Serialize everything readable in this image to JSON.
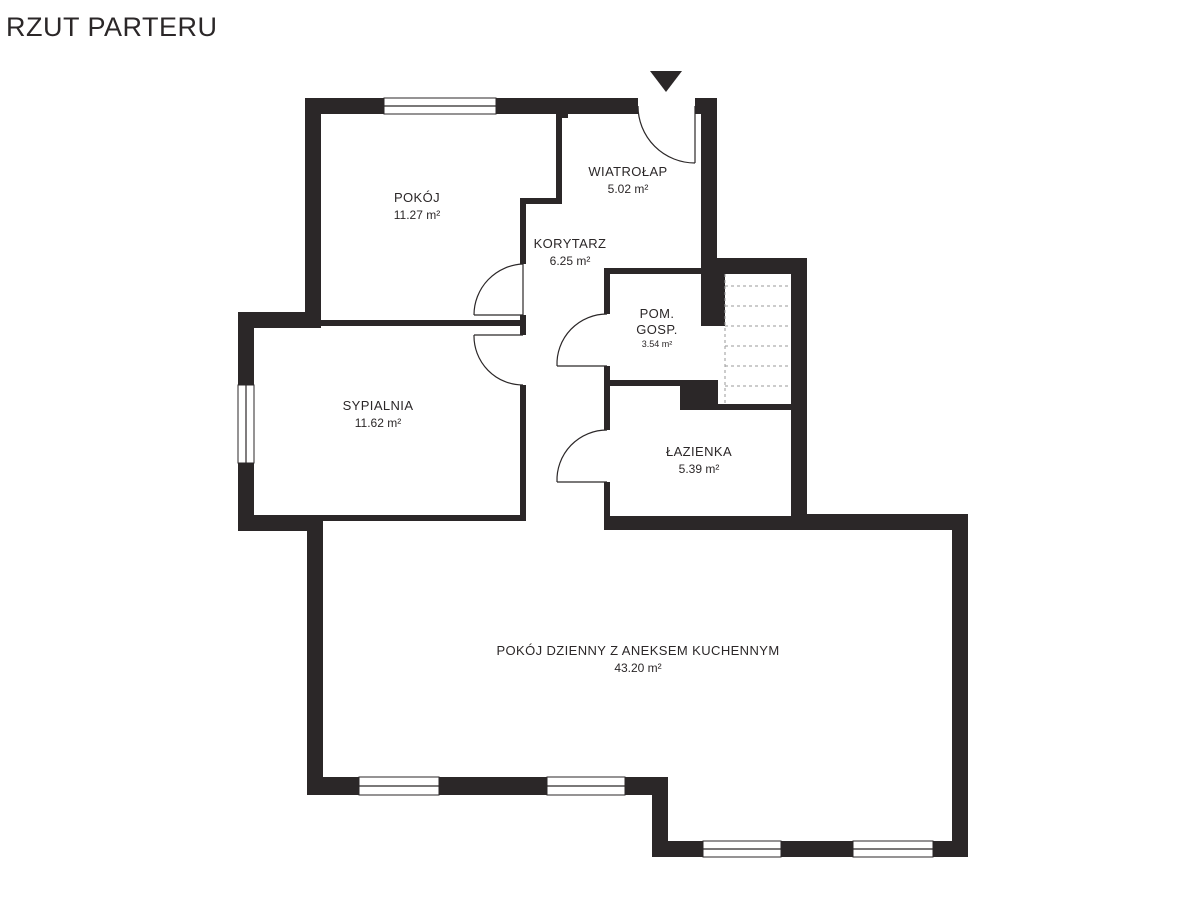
{
  "plan": {
    "title": "RZUT PARTERU",
    "rooms": [
      {
        "id": "pokoj",
        "name": "POKÓJ",
        "area": "11.27 m²"
      },
      {
        "id": "wiatrolap",
        "name": "WIATROŁAP",
        "area": "5.02 m²"
      },
      {
        "id": "korytarz",
        "name": "KORYTARZ",
        "area": "6.25 m²"
      },
      {
        "id": "pom-gosp",
        "name_line1": "POM.",
        "name_line2": "GOSP.",
        "area": "3.54 m²"
      },
      {
        "id": "sypialnia",
        "name": "SYPIALNIA",
        "area": "11.62 m²"
      },
      {
        "id": "lazienka",
        "name": "ŁAZIENKA",
        "area": "5.39 m²"
      },
      {
        "id": "pokoj-dzienny",
        "name": "POKÓJ DZIENNY Z ANEKSEM KUCHENNYM",
        "area": "43.20 m²"
      }
    ],
    "colors": {
      "wall": "#2b2728",
      "background": "#ffffff"
    }
  }
}
